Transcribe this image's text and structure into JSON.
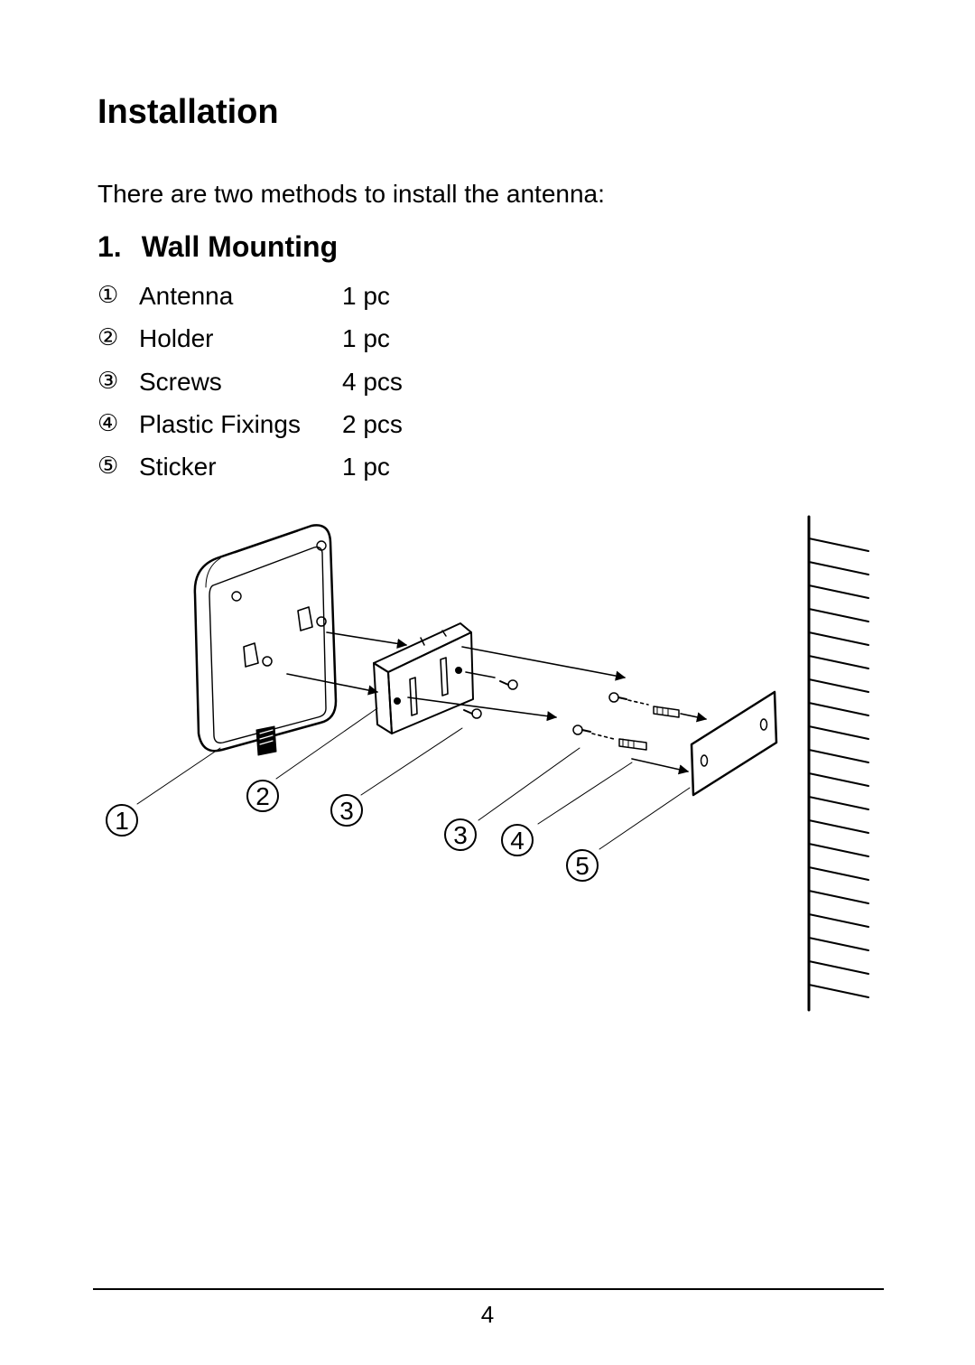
{
  "page": {
    "title": "Installation",
    "intro": "There are two methods to install the antenna:",
    "section": {
      "number": "1.",
      "title": "Wall Mounting"
    },
    "parts": [
      {
        "num": "①",
        "name": "Antenna",
        "qty": "1 pc"
      },
      {
        "num": "②",
        "name": "Holder",
        "qty": "1 pc"
      },
      {
        "num": "③",
        "name": "Screws",
        "qty": "4 pcs"
      },
      {
        "num": "④",
        "name": "Plastic Fixings",
        "qty": "2 pcs"
      },
      {
        "num": "⑤",
        "name": "Sticker",
        "qty": "1 pc"
      }
    ],
    "diagram_callouts": [
      "1",
      "2",
      "3",
      "3",
      "4",
      "5"
    ],
    "page_number": "4"
  }
}
